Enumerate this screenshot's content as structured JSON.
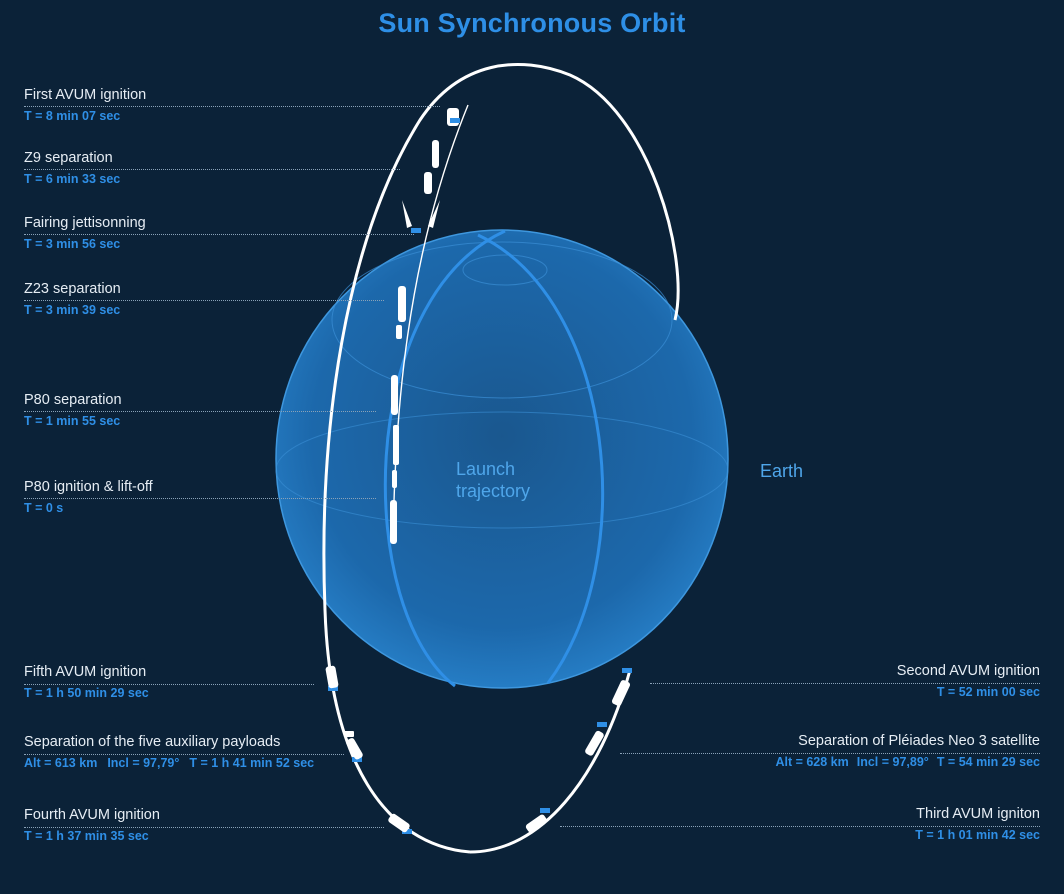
{
  "title": "Sun Synchronous Orbit",
  "globe": {
    "center_label_line1": "Launch",
    "center_label_line2": "trajectory",
    "side_label": "Earth"
  },
  "events_left": [
    {
      "label": "First AVUM ignition",
      "value": "T = 8 min 07 sec"
    },
    {
      "label": "Z9 separation",
      "value": "T = 6 min 33 sec"
    },
    {
      "label": "Fairing jettisonning",
      "value": "T = 3 min 56 sec"
    },
    {
      "label": "Z23 separation",
      "value": "T = 3 min 39 sec"
    },
    {
      "label": "P80 separation",
      "value": "T = 1 min 55 sec"
    },
    {
      "label": "P80 ignition & lift-off",
      "value": "T = 0 s"
    },
    {
      "label": "Fifth AVUM ignition",
      "value": "T = 1 h 50 min 29 sec"
    },
    {
      "label": "Separation of the five auxiliary payloads",
      "alt": "Alt = 613 km",
      "incl": "Incl = 97,79°",
      "value": "T = 1 h 41 min 52 sec"
    },
    {
      "label": "Fourth AVUM ignition",
      "value": "T = 1 h 37 min 35 sec"
    }
  ],
  "events_right": [
    {
      "label": "Second AVUM ignition",
      "value": "T = 52 min 00 sec"
    },
    {
      "label": "Separation of Pléiades Neo 3 satellite",
      "alt": "Alt = 628 km",
      "incl": "Incl = 97,89°",
      "value": "T = 54 min 29 sec"
    },
    {
      "label": "Third AVUM igniton",
      "value": "T = 1 h 01 min 42 sec"
    }
  ],
  "colors": {
    "background": "#0b2238",
    "accent": "#2f8fe6",
    "globe_fill": "#1d6db5",
    "orbit": "#ffffff"
  }
}
